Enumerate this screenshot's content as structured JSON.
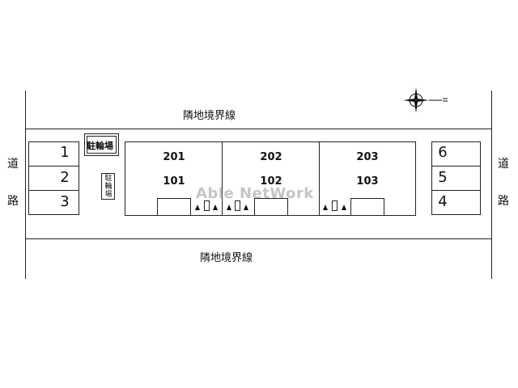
{
  "labels": {
    "boundary_top": "隣地境界線",
    "boundary_bottom": "隣地境界線",
    "road_left_top": "道",
    "road_left_bottom": "路",
    "road_right_top": "道",
    "road_right_bottom": "路",
    "bicycle_parking_1": "駐輪場",
    "bicycle_parking_2": "駐輪場",
    "watermark": "Able NetWork"
  },
  "parking_left": [
    "1",
    "2",
    "3"
  ],
  "parking_right": [
    "6",
    "5",
    "4"
  ],
  "units_upper": [
    "201",
    "202",
    "203"
  ],
  "units_lower": [
    "101",
    "102",
    "103"
  ]
}
